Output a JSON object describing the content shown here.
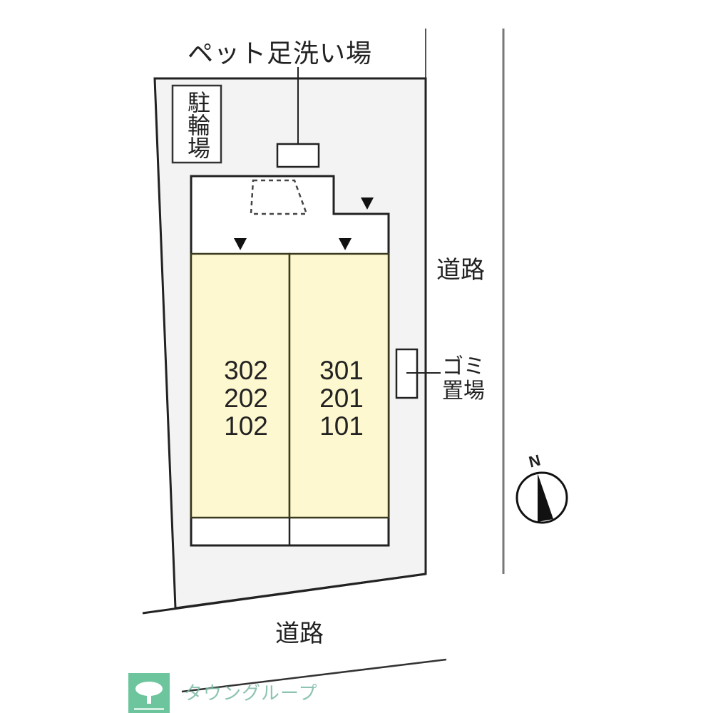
{
  "labels": {
    "pet_foot_wash": "ペット足洗い場",
    "bicycle_parking": "駐輪場",
    "road_right": "道路",
    "road_bottom": "道路",
    "garbage_area": "ゴミ\n置場",
    "garbage_line1": "ゴミ",
    "garbage_line2": "置場",
    "compass_north": "N"
  },
  "units": {
    "left_column": [
      "302",
      "202",
      "102"
    ],
    "right_column": [
      "301",
      "201",
      "101"
    ],
    "left_text": "302\n202\n102",
    "right_text": "301\n201\n101"
  },
  "watermark": {
    "brand": "タウングループ",
    "icon": "tree-icon",
    "color": "#6cc59d"
  },
  "colors": {
    "lot_fill": "#f3f3f3",
    "unit_fill": "#fdf8cf",
    "line": "#222222",
    "building_fill": "#ffffff"
  },
  "icons": {
    "entrance_markers": "triangle-down-icon",
    "compass": "north-arrow-icon"
  }
}
